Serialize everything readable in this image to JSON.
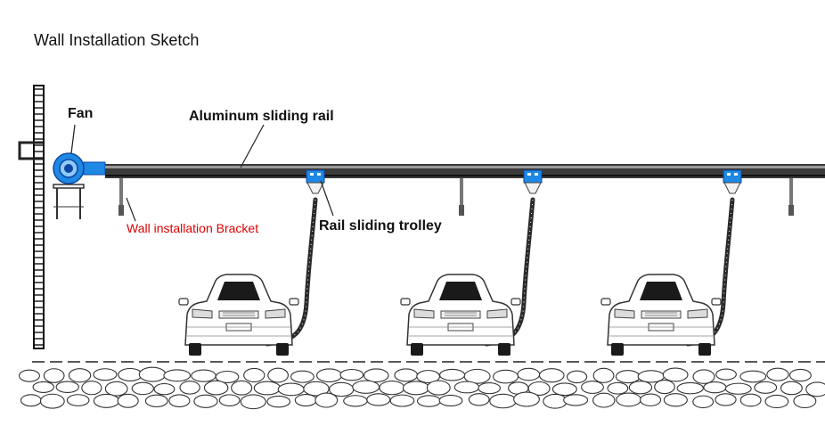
{
  "diagram": {
    "title": "Wall Installation Sketch",
    "labels": {
      "fan": "Fan",
      "rail": "Aluminum sliding rail",
      "trolley": "Rail sliding trolley",
      "bracket": "Wall installation Bracket"
    },
    "colors": {
      "background": "#ffffff",
      "rail": "#2b2b2b",
      "fan": "#1e88e5",
      "trolley": "#1e88e5",
      "bracket_label": "#e00000",
      "line": "#222222"
    },
    "icons": [
      "fan-icon",
      "car-icon",
      "trolley-icon",
      "bracket-icon",
      "hose-icon",
      "wall-icon",
      "ground-icon"
    ]
  }
}
